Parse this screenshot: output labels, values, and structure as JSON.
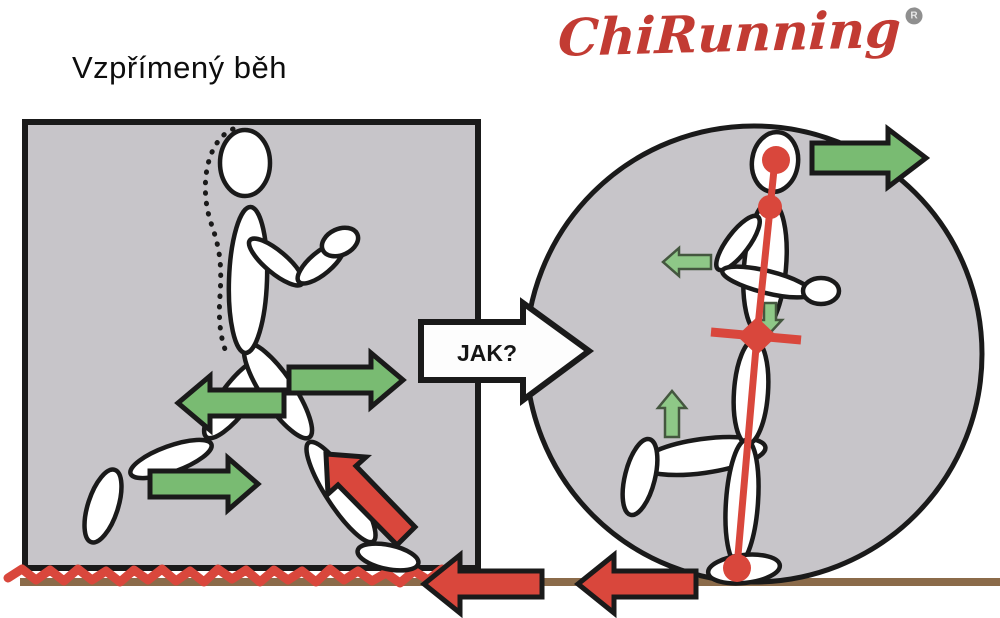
{
  "title": {
    "text": "Vzpřímený běh"
  },
  "logo": {
    "text": "ChiRunning",
    "registered": "R"
  },
  "jak_arrow": {
    "label": "JAK?"
  },
  "colors": {
    "panel_fill": "#c7c5c9",
    "outline": "#1a1a1a",
    "green": "#79bb72",
    "green_light": "#8ec887",
    "red": "#d9473c",
    "ground_brown": "#8b6b4a",
    "logo_red": "#c23b33"
  },
  "left_panel": {
    "shape": "square",
    "figure": "upright runner",
    "arrows": [
      {
        "direction": "right",
        "color": "green",
        "position": "hip"
      },
      {
        "direction": "left",
        "color": "green",
        "position": "thigh"
      },
      {
        "direction": "right",
        "color": "green",
        "position": "rear shin"
      },
      {
        "direction": "up-left",
        "color": "red",
        "position": "front-leg impact"
      }
    ],
    "ground_marking": "red zigzag shock line"
  },
  "right_panel": {
    "shape": "circle",
    "figure": "forward-leaning ChiRunning runner",
    "lean_markers": [
      "head dot",
      "shoulder dot",
      "hip cross",
      "foot dot"
    ],
    "arrows": [
      {
        "direction": "right",
        "color": "green",
        "position": "head"
      },
      {
        "direction": "left",
        "color": "green-light",
        "position": "elbow"
      },
      {
        "direction": "down",
        "color": "green-light",
        "position": "hip"
      },
      {
        "direction": "up",
        "color": "green-light",
        "position": "knee"
      }
    ]
  },
  "ground_arrows": [
    {
      "direction": "left",
      "color": "red",
      "position": "below left panel"
    },
    {
      "direction": "left",
      "color": "red",
      "position": "below right panel"
    }
  ]
}
